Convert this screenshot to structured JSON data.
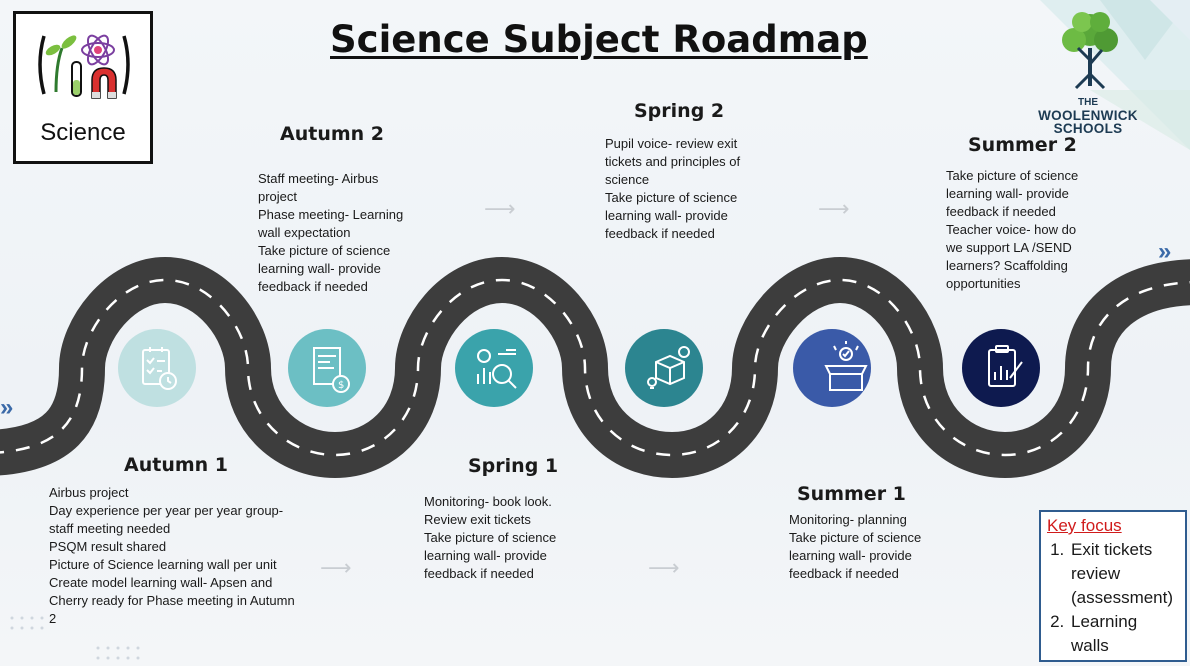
{
  "title": "Science Subject Roadmap",
  "logo": {
    "label": "Science"
  },
  "school": {
    "the": "THE",
    "line1": "WOOLENWICK",
    "line2": "SCHOOLS"
  },
  "colors": {
    "road": "#3d3d3d",
    "circle_autumn1": "#bfe0e1",
    "circle_autumn2": "#6cbfc4",
    "circle_spring1": "#3aa3ab",
    "circle_spring2": "#2c8590",
    "circle_summer1": "#3a5aa8",
    "circle_summer2": "#0e1a4f",
    "key_focus_title": "#d01b1b"
  },
  "stages": [
    {
      "id": "autumn1",
      "title": "Autumn 1",
      "icon": "checklist-clock-icon",
      "notes": [
        "Airbus project",
        "Day experience per year per year group- staff meeting needed",
        "PSQM result shared",
        "Picture of Science learning wall per unit",
        "Create model learning wall- Apsen and Cherry ready for Phase meeting in Autumn 2"
      ]
    },
    {
      "id": "autumn2",
      "title": "Autumn 2",
      "icon": "invoice-coin-icon",
      "notes": [
        "Staff meeting- Airbus project",
        "Phase meeting- Learning wall expectation",
        "Take picture of science learning wall- provide feedback if needed"
      ]
    },
    {
      "id": "spring1",
      "title": "Spring 1",
      "icon": "analytics-magnifier-icon",
      "notes": [
        "Monitoring- book look.",
        "Review exit tickets",
        "Take picture of science learning wall- provide feedback if needed"
      ]
    },
    {
      "id": "spring2",
      "title": "Spring 2",
      "icon": "box-gear-bulb-icon",
      "notes": [
        "Pupil voice- review exit tickets and principles of science",
        "Take picture of science learning wall- provide feedback if needed"
      ]
    },
    {
      "id": "summer1",
      "title": "Summer 1",
      "icon": "open-box-check-icon",
      "notes": [
        "Monitoring- planning",
        "Take picture of science learning wall- provide feedback if needed"
      ]
    },
    {
      "id": "summer2",
      "title": "Summer 2",
      "icon": "clipboard-chart-icon",
      "notes": [
        "Take picture of science learning wall- provide feedback if needed",
        "Teacher voice- how do we support LA /SEND learners? Scaffolding opportunities"
      ]
    }
  ],
  "key_focus": {
    "title": "Key focus",
    "items": [
      "Exit tickets review (assessment)",
      "Learning walls"
    ]
  }
}
